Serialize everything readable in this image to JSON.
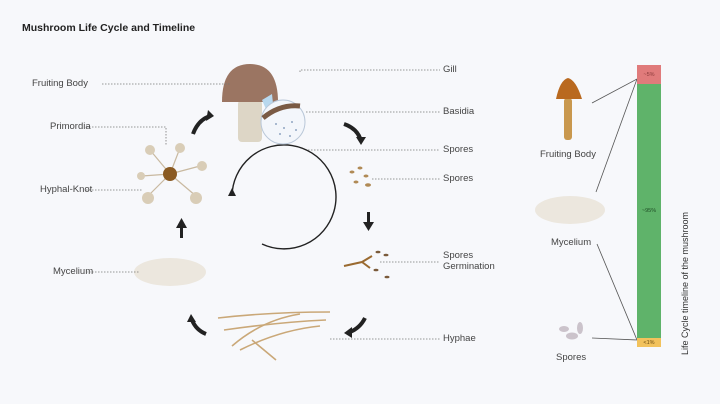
{
  "title": "Mushroom Life Cycle and Timeline",
  "cycle_labels": {
    "fruiting_body": "Fruiting Body",
    "primordia": "Primordia",
    "hyphal_knot": "Hyphal-Knot",
    "mycelium": "Mycelium",
    "gill": "Gill",
    "basidia": "Basidia",
    "spores_top": "Spores",
    "spores": "Spores",
    "spores_germination_1": "Spores",
    "spores_germination_2": "Germination",
    "hyphae": "Hyphae"
  },
  "timeline": {
    "axis_label": "Life Cycle timeline of  the mushroom",
    "captions": {
      "fruiting_body": "Fruiting Body",
      "mycelium": "Mycelium",
      "spores": "Spores"
    },
    "colors": {
      "fruiting_body": "#e07b7b",
      "mycelium": "#5fb36a",
      "spores": "#f2c25c"
    }
  },
  "chart_data": {
    "type": "bar",
    "title": "Life Cycle timeline of the mushroom",
    "categories": [
      "Fruiting Body",
      "Mycelium",
      "Spores"
    ],
    "values": [
      5,
      95,
      1
    ],
    "value_labels": [
      "~5%",
      "~95%",
      "<1%"
    ],
    "stacked": true,
    "orientation": "vertical"
  }
}
